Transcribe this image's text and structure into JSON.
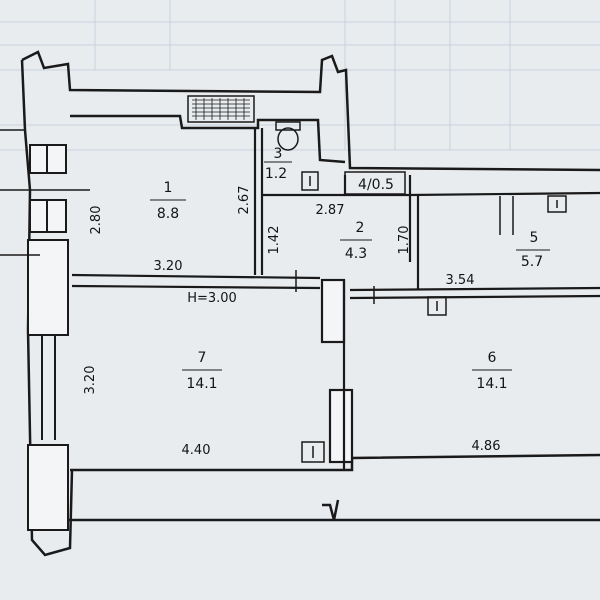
{
  "rooms": [
    {
      "number": "1",
      "area": "8.8"
    },
    {
      "number": "2",
      "area": "4.3"
    },
    {
      "number": "3",
      "area": "1.2"
    },
    {
      "number": "4/0.5",
      "area": ""
    },
    {
      "number": "5",
      "area": "5.7"
    },
    {
      "number": "6",
      "area": "14.1"
    },
    {
      "number": "7",
      "area": "14.1"
    }
  ],
  "dimensions": [
    "2.80",
    "3.20",
    "2.67",
    "1.42",
    "2.87",
    "1.70",
    "3.54",
    "3.20",
    "4.40",
    "4.86"
  ],
  "ceiling_height": "H=3.00",
  "colors": {
    "wall": "#1a1a1a",
    "paper": "#e9ecef",
    "grid": "#c9d2dc"
  }
}
